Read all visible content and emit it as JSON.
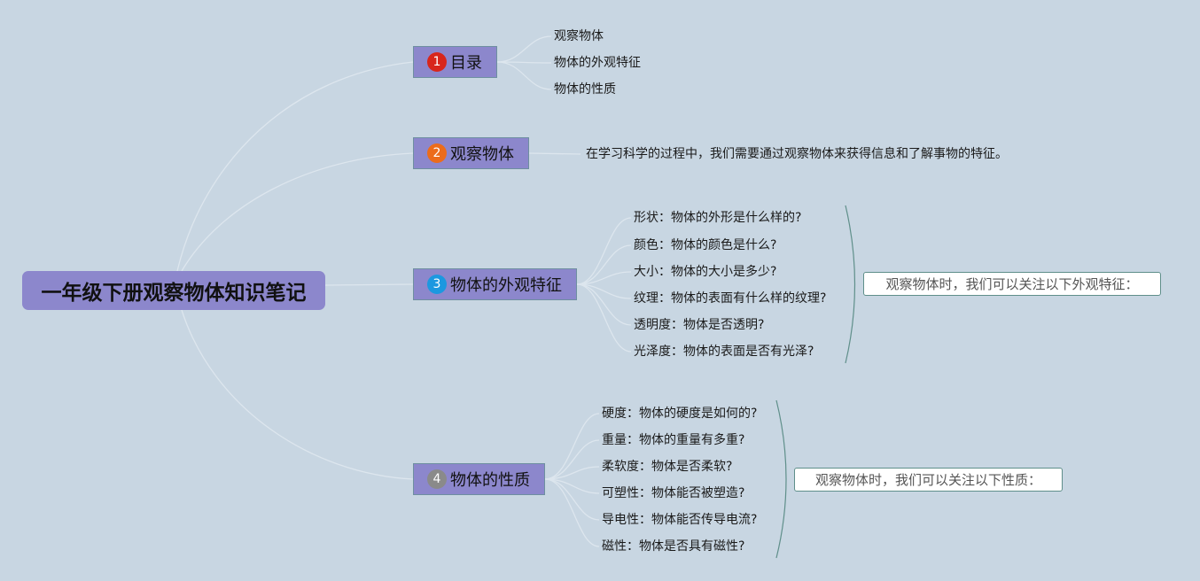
{
  "root": {
    "title": "一年级下册观察物体知识笔记"
  },
  "topics": [
    {
      "badge": "1",
      "label": "目录",
      "badge_color": "#d8261c",
      "items": [
        "观察物体",
        "物体的外观特征",
        "物体的性质"
      ]
    },
    {
      "badge": "2",
      "label": "观察物体",
      "badge_color": "#ec6c1b",
      "items": [
        "在学习科学的过程中，我们需要通过观察物体来获得信息和了解事物的特征。"
      ]
    },
    {
      "badge": "3",
      "label": "物体的外观特征",
      "badge_color": "#1c98e0",
      "items": [
        "形状：物体的外形是什么样的?",
        "颜色：物体的颜色是什么?",
        "大小：物体的大小是多少?",
        "纹理：物体的表面有什么样的纹理?",
        "透明度：物体是否透明?",
        "光泽度：物体的表面是否有光泽?"
      ],
      "summary": "观察物体时，我们可以关注以下外观特征："
    },
    {
      "badge": "4",
      "label": "物体的性质",
      "badge_color": "#8a8a8a",
      "items": [
        "硬度：物体的硬度是如何的?",
        "重量：物体的重量有多重?",
        "柔软度：物体是否柔软?",
        "可塑性：物体能否被塑造?",
        "导电性：物体能否传导电流?",
        "磁性：物体是否具有磁性?"
      ],
      "summary": "观察物体时，我们可以关注以下性质："
    }
  ],
  "colors": {
    "background": "#c8d6e2",
    "node_fill": "#8c87cc",
    "bracket": "#5f8f8a",
    "connector": "#dde6ee"
  }
}
